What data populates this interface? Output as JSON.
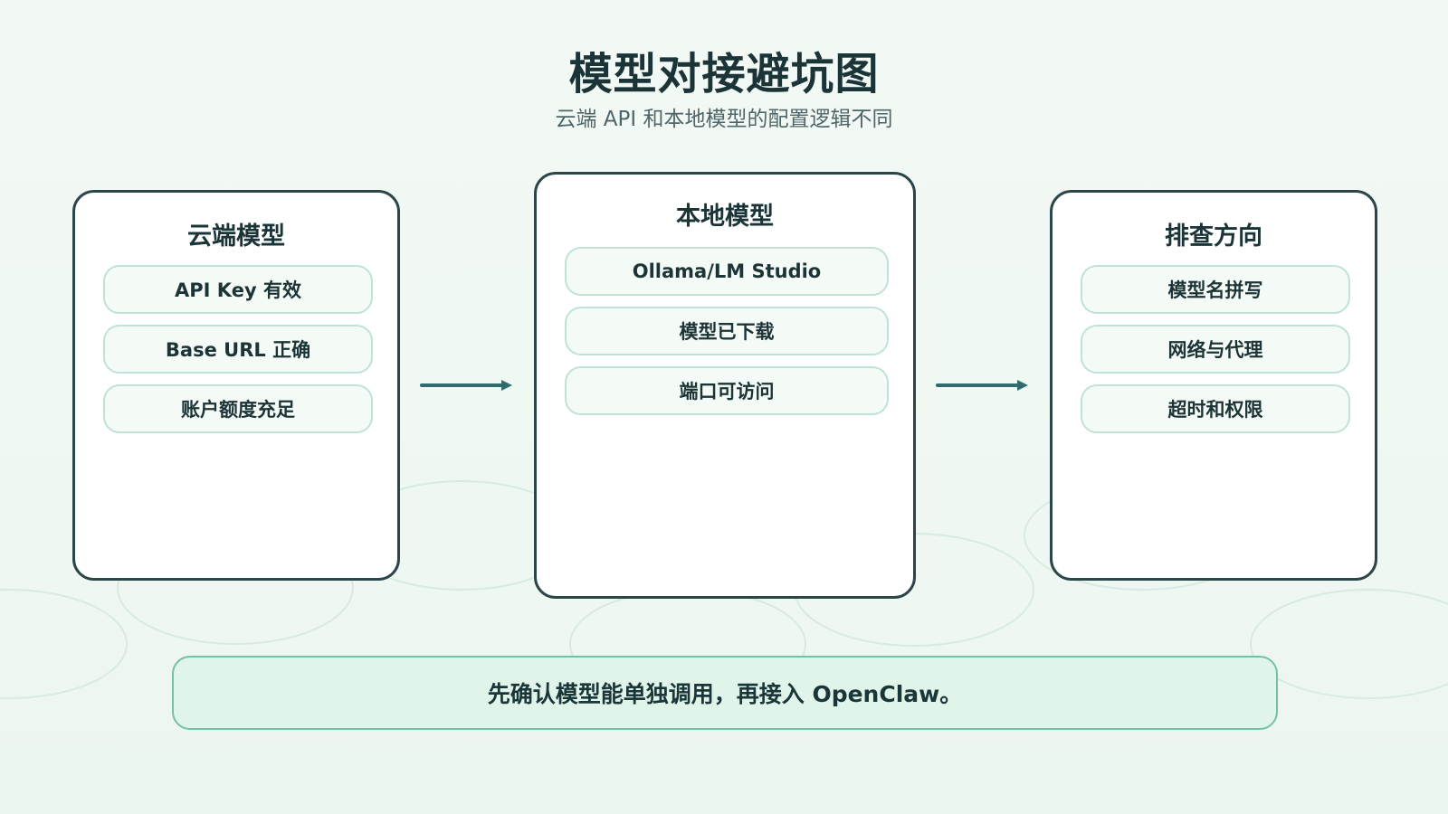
{
  "title": "模型对接避坑图",
  "subtitle": "云端 API 和本地模型的配置逻辑不同",
  "cards": [
    {
      "title": "云端模型",
      "items": [
        "API Key 有效",
        "Base URL 正确",
        "账户额度充足"
      ]
    },
    {
      "title": "本地模型",
      "items": [
        "Ollama/LM Studio",
        "模型已下载",
        "端口可访问"
      ]
    },
    {
      "title": "排查方向",
      "items": [
        "模型名拼写",
        "网络与代理",
        "超时和权限"
      ]
    }
  ],
  "note": "先确认模型能单独调用，再接入 OpenClaw。",
  "colors": {
    "background": "#f1f8f4",
    "card_border": "#2b4649",
    "pill_border": "#bfe3d5",
    "arrow": "#2f6b6f",
    "note_background": "#e1f4ea",
    "note_border": "#72c1a6"
  }
}
